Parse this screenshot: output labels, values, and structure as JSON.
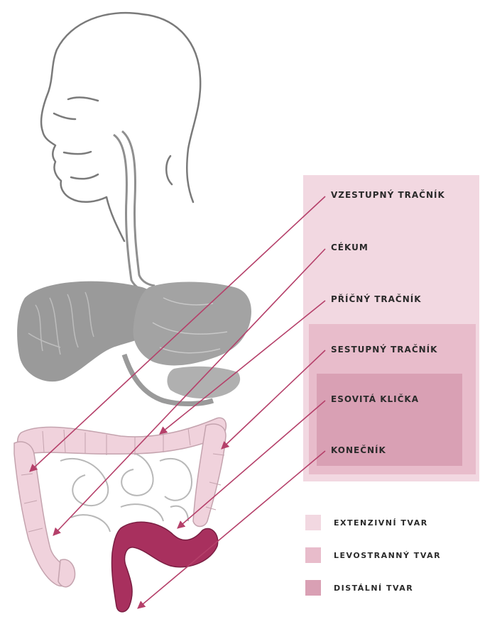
{
  "labels": {
    "ascending_colon": "VZESTUPNÝ TRAČNÍK",
    "cecum": "CÉKUM",
    "transverse_colon": "PŘÍČNÝ TRAČNÍK",
    "descending_colon": "SESTUPNÝ TRAČNÍK",
    "sigmoid": "ESOVITÁ KLIČKA",
    "rectum": "KONEČNÍK"
  },
  "legend": {
    "extensive": "EXTENZIVNÍ TVAR",
    "left_sided": "LEVOSTRANNÝ TVAR",
    "distal": "DISTÁLNÍ TVAR"
  },
  "colors": {
    "extensive": "#f2d8e1",
    "left_sided": "#e8bccb",
    "distal": "#d9a0b4",
    "arrow": "#b5406a",
    "rectum_fill": "#a8305e",
    "anatomy_gray": "#8f8f8f",
    "colon_pink": "#f0d2dc"
  }
}
